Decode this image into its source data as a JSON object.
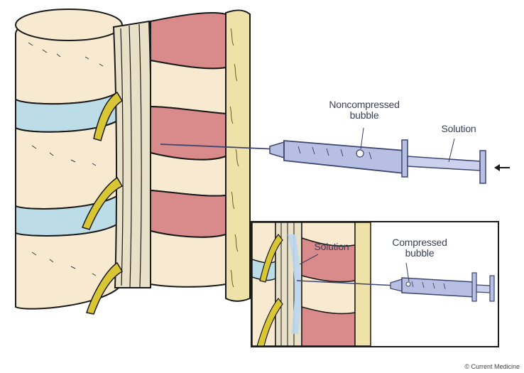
{
  "labels": {
    "noncompressed": "Noncompressed\nbubble",
    "solution_main": "Solution",
    "solution_inset": "Solution",
    "compressed": "Compressed\nbubble"
  },
  "credit": "© Current Medicine",
  "colors": {
    "bone_fill": "#f7ead0",
    "bone_outline": "#1a1a1a",
    "disc_fill": "#bcdce8",
    "nerve_fill": "#d9c634",
    "ligament_fill": "#d98a8a",
    "ligament_dark": "#b56a6a",
    "outer_tissue": "#efe2a8",
    "syringe_fill": "#b7bfe2",
    "syringe_outline": "#3d4670",
    "text": "#3a3f5a"
  },
  "icons": {
    "arrow": "left-arrow-icon",
    "bubble": "bubble-icon"
  }
}
